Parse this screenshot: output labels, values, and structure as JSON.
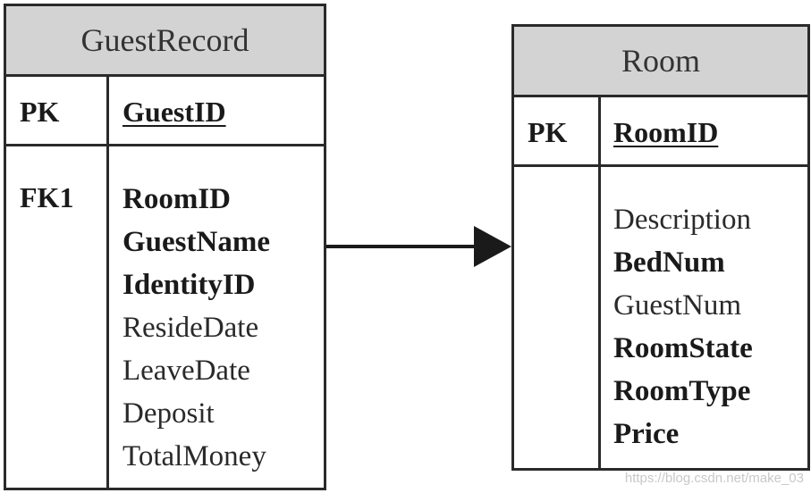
{
  "guest_record": {
    "title": "GuestRecord",
    "pk_label": "PK",
    "pk_field": "GuestID",
    "fk_label": "FK1",
    "attributes": [
      {
        "name": "RoomID",
        "bold": true
      },
      {
        "name": "GuestName",
        "bold": true
      },
      {
        "name": "IdentityID",
        "bold": true
      },
      {
        "name": "ResideDate",
        "bold": false
      },
      {
        "name": "LeaveDate",
        "bold": false
      },
      {
        "name": "Deposit",
        "bold": false
      },
      {
        "name": "TotalMoney",
        "bold": false
      }
    ]
  },
  "room": {
    "title": "Room",
    "pk_label": "PK",
    "pk_field": "RoomID",
    "attributes": [
      {
        "name": "Description",
        "bold": false
      },
      {
        "name": "BedNum",
        "bold": true
      },
      {
        "name": "GuestNum",
        "bold": false
      },
      {
        "name": "RoomState",
        "bold": true
      },
      {
        "name": "RoomType",
        "bold": true
      },
      {
        "name": "Price",
        "bold": true
      }
    ]
  },
  "relationship": {
    "from": "GuestRecord.RoomID",
    "to": "Room"
  },
  "watermark": "https://blog.csdn.net/make_03",
  "colors": {
    "header_fill": "#d3d3d3",
    "border": "#2a2a2a",
    "text": "#1a1a1a"
  }
}
